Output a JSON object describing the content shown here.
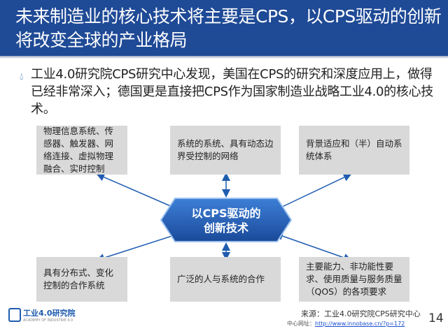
{
  "title": "未来制造业的核心技术将主要是CPS，以CPS驱动的创新将改变全球的产业格局",
  "paragraph": "工业4.0研究院CPS研究中心发现，美国在CPS的研究和深度应用上，做得已经非常深入；德国更是直接把CPS作为国家制造业战略工业4.0的核心技术。",
  "center": {
    "line1": "以CPS驱动的",
    "line2": "创新技术"
  },
  "boxes": [
    "物理信息系统、传感器、触发器、网络连接、虚拟物理融合、实时控制",
    "系统的系统、具有动态边界受控制的网络",
    "背景适应和（半）自动系统体系",
    "具有分布式、变化控制的合作系统",
    "广泛的人与系统的合作",
    "主要能力、非功能性要求、使用质量与服务质量（QOS）的各项要求"
  ],
  "footer": {
    "source": "来源：工业4.0研究院CPS研究中心",
    "url_label": "中心网址：",
    "url": "http://www.innobase.cn/?p=172",
    "page": "14",
    "logo_cn": "工业4.0研究院",
    "logo_en": "ACADEMY OF INDUSTRIE 4.0"
  },
  "colors": {
    "title_bg": "#1f4a96",
    "accent": "#1f5cb0",
    "box": "#d9d9d9"
  }
}
